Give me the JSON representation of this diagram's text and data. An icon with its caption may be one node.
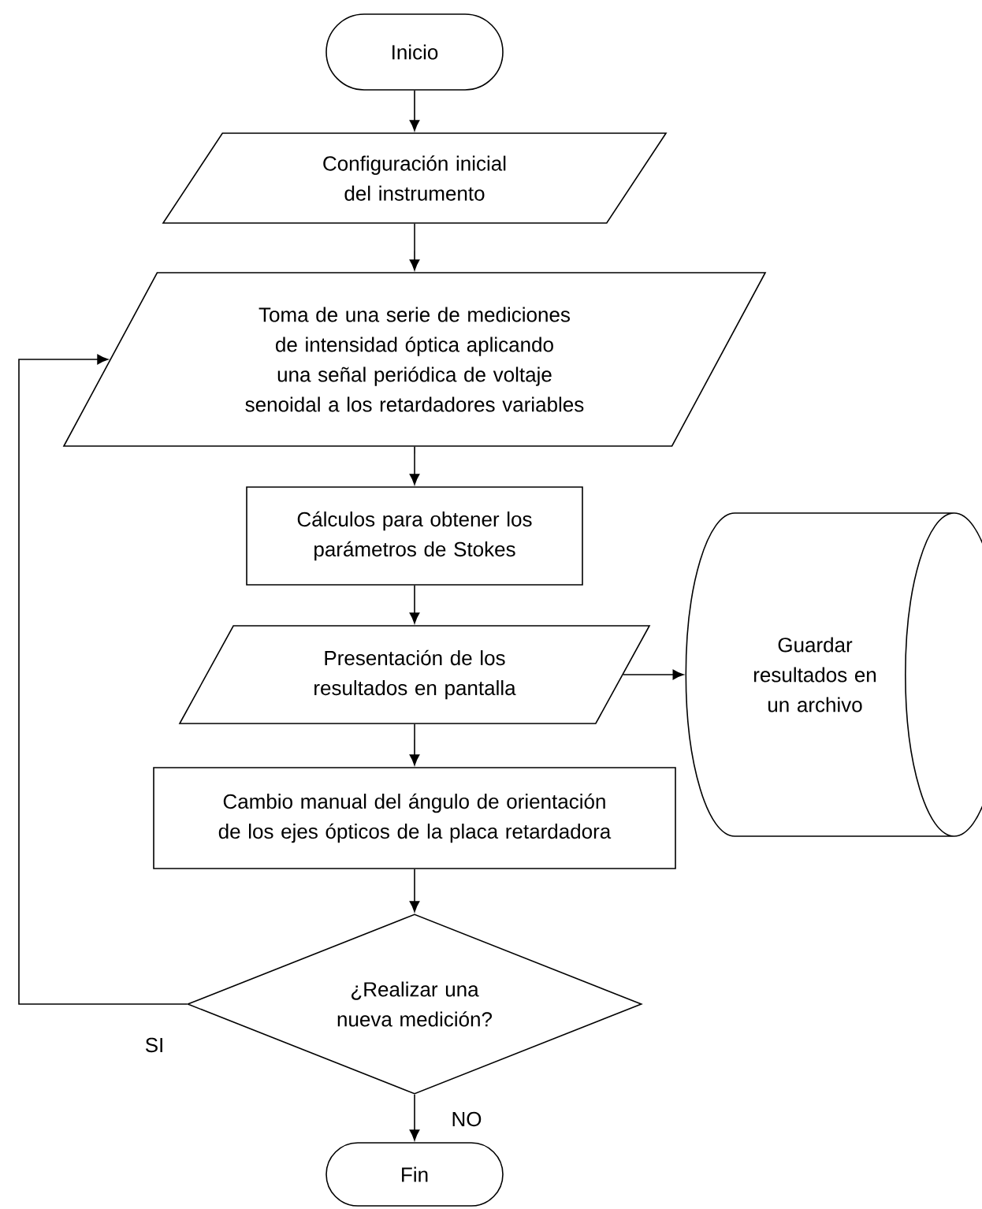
{
  "diagram": {
    "nodes": [
      {
        "text": [
          "Inicio"
        ]
      },
      {
        "text": [
          "Configuración inicial del instrumento"
        ]
      },
      {
        "text": [
          "Toma de una serie de mediciones de intensidad óptica aplicando una señal periódica de voltaje senoidal a los retardadores variables"
        ]
      },
      {
        "text": [
          "Cálculos para obtener los parámetros de Stokes"
        ]
      },
      {
        "text": [
          "Presentación de los resultados en pantalla"
        ]
      },
      {
        "text": [
          "Guardar resultados en un archivo"
        ]
      },
      {
        "text": [
          "Cambio manual del ángulo de orientación de los ejes ópticos de la placa retardadora"
        ]
      },
      {
        "text": [
          "¿Realizar una nueva medición?"
        ]
      },
      {
        "text": [
          "Fin"
        ]
      }
    ],
    "edges": [
      {
        "from": 0,
        "to": 1,
        "arrow": "to"
      },
      {
        "from": 1,
        "to": 2,
        "arrow": "to"
      },
      {
        "from": 2,
        "to": 3,
        "arrow": "to"
      },
      {
        "from": 3,
        "to": 4,
        "arrow": "to"
      },
      {
        "from": 4,
        "to": 5,
        "arrow": "to"
      },
      {
        "from": 4,
        "to": 6,
        "arrow": "to"
      },
      {
        "from": 6,
        "to": 7,
        "arrow": "to"
      },
      {
        "from": 7,
        "to": 8,
        "arrow": "to",
        "label": "NO"
      },
      {
        "from": 7,
        "to": 2,
        "arrow": "to",
        "label": "SI"
      }
    ]
  }
}
